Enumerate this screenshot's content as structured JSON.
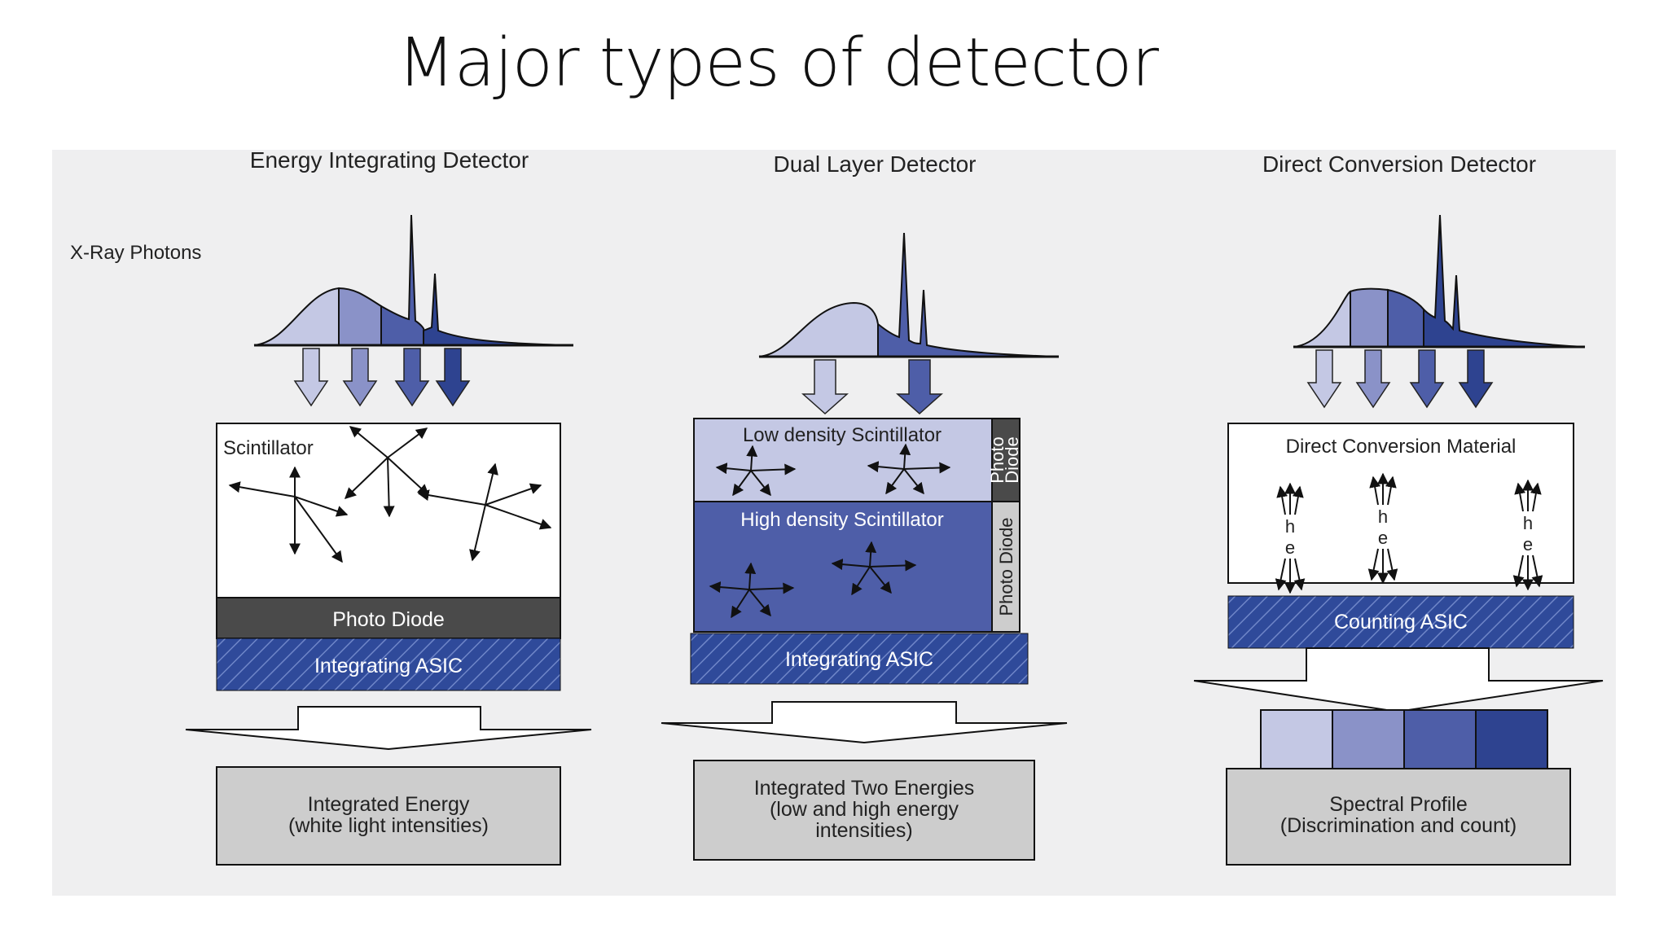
{
  "slide": {
    "title": "Major types of detector"
  },
  "figure": {
    "xray_label": "X-Ray Photons",
    "panels": [
      {
        "title": "Energy Integrating Detector",
        "layers": {
          "scintillator": "Scintillator",
          "photodiode": "Photo Diode",
          "asic": "Integrating ASIC"
        },
        "output_lines": [
          "Integrated Energy",
          "(white light intensities)"
        ]
      },
      {
        "title": "Dual Layer Detector",
        "layers": {
          "low_scint": "Low density Scintillator",
          "high_scint": "High density Scintillator",
          "photodiode_top": [
            "Photo",
            "Diode"
          ],
          "photodiode_side": "Photo Diode",
          "asic": "Integrating ASIC"
        },
        "output_lines": [
          "Integrated Two Energies",
          "(low and high energy",
          "intensities)"
        ]
      },
      {
        "title": "Direct Conversion Detector",
        "layers": {
          "material": "Direct Conversion Material",
          "asic": "Counting ASIC",
          "h": "h",
          "e": "e"
        },
        "output_lines": [
          "Spectral Profile",
          "(Discrimination and count)"
        ]
      }
    ],
    "colors": {
      "background": "#efeff0",
      "energy_bin_1": "#c4c8e4",
      "energy_bin_2": "#8a92c8",
      "energy_bin_3": "#4e5ea8",
      "energy_bin_4": "#2e4390",
      "photodiode": "#4a4a4a",
      "asic": "#2f4a9a",
      "output_box": "#cdcdcd"
    }
  }
}
